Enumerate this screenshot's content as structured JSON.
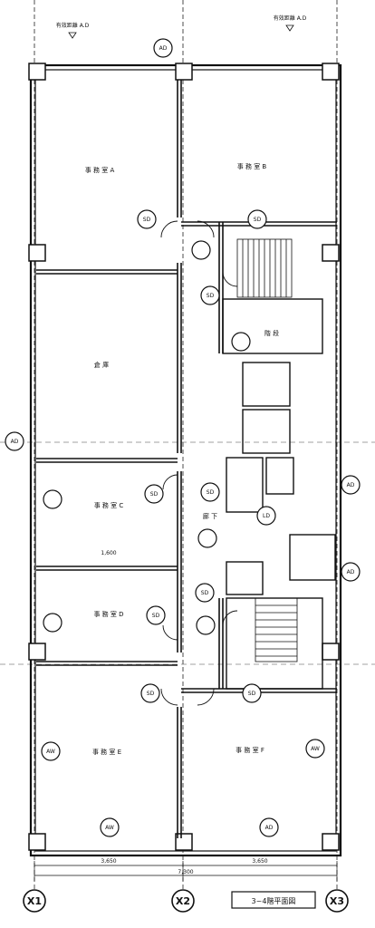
{
  "axes": {
    "x1": "X1",
    "x2": "X2",
    "x3": "X3"
  },
  "top_markers": {
    "left": "有效距離 A.D",
    "right": "有效距離 A.D"
  },
  "rooms": {
    "a": "事 務 室 A",
    "b": "事 務 室 B",
    "c": "事 務 室 C",
    "d": "事 務 室 D",
    "e": "事 務 室 E",
    "f": "事 務 室 F",
    "large": "倉 庫",
    "stair": "階 段",
    "corridor": "廊 下"
  },
  "door_tags": {
    "sd": "SD",
    "ad": "AD",
    "aw": "AW",
    "ld": "LD"
  },
  "dimensions": {
    "left_bay": "3,650",
    "right_bay": "3,650",
    "total": "7,300",
    "mid": "1,600"
  },
  "drawing_title": "3~4階平面図"
}
